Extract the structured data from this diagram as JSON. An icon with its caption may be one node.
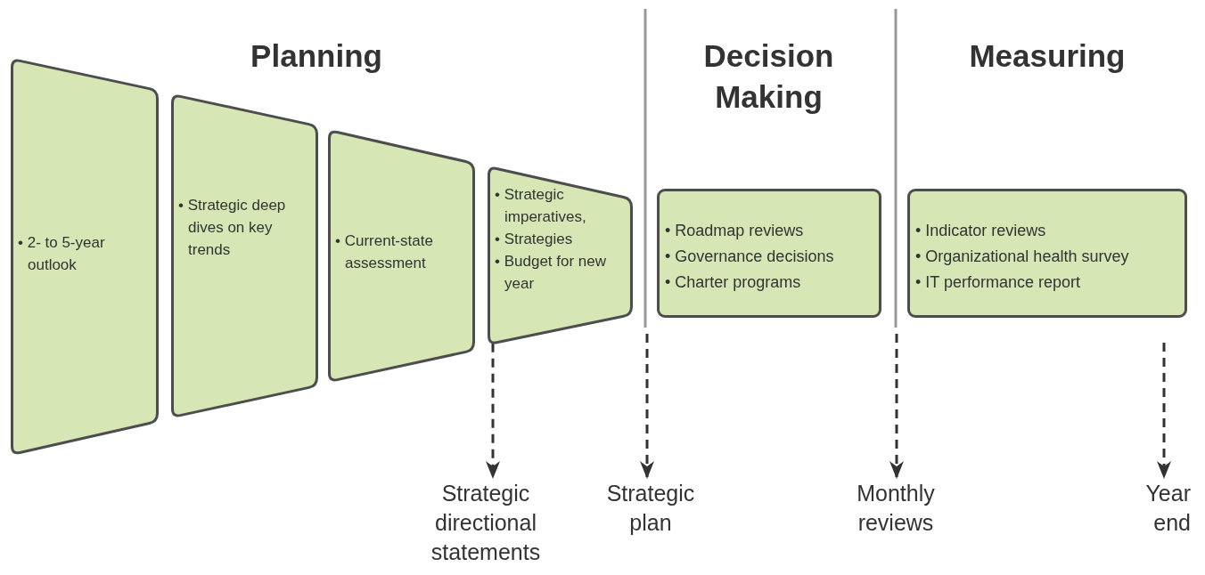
{
  "diagram": {
    "nodes": [
      {
        "text": [
          "• 2- to 5-year outlook"
        ]
      },
      {
        "text": [
          "• Strategic deep dives on key trends"
        ]
      },
      {
        "text": [
          "• Current-state assessment"
        ]
      },
      {
        "text": [
          "• Strategic imperatives,",
          "• Strategies",
          "• Budget for new year"
        ]
      },
      {
        "text": [
          "• Roadmap reviews",
          "• Governance decisions",
          "• Charter programs"
        ]
      },
      {
        "text": [
          "• Indicator reviews",
          "• Organizational health survey",
          "• IT performance report"
        ]
      },
      {
        "text": [
          "Strategic directional statements"
        ]
      },
      {
        "text": [
          "Strategic plan"
        ]
      },
      {
        "text": [
          "Monthly reviews"
        ]
      },
      {
        "text": [
          "Year end"
        ]
      }
    ],
    "edges": [
      {
        "from": 3,
        "to": 6,
        "arrow": "to",
        "style": "dashed"
      },
      {
        "from": null,
        "to": 7,
        "arrow": "to",
        "style": "dashed"
      },
      {
        "from": null,
        "to": 8,
        "arrow": "to",
        "style": "dashed"
      },
      {
        "from": null,
        "to": 9,
        "arrow": "to",
        "style": "dashed"
      }
    ],
    "labels": [
      "Planning",
      "Decision Making",
      "Measuring"
    ]
  }
}
